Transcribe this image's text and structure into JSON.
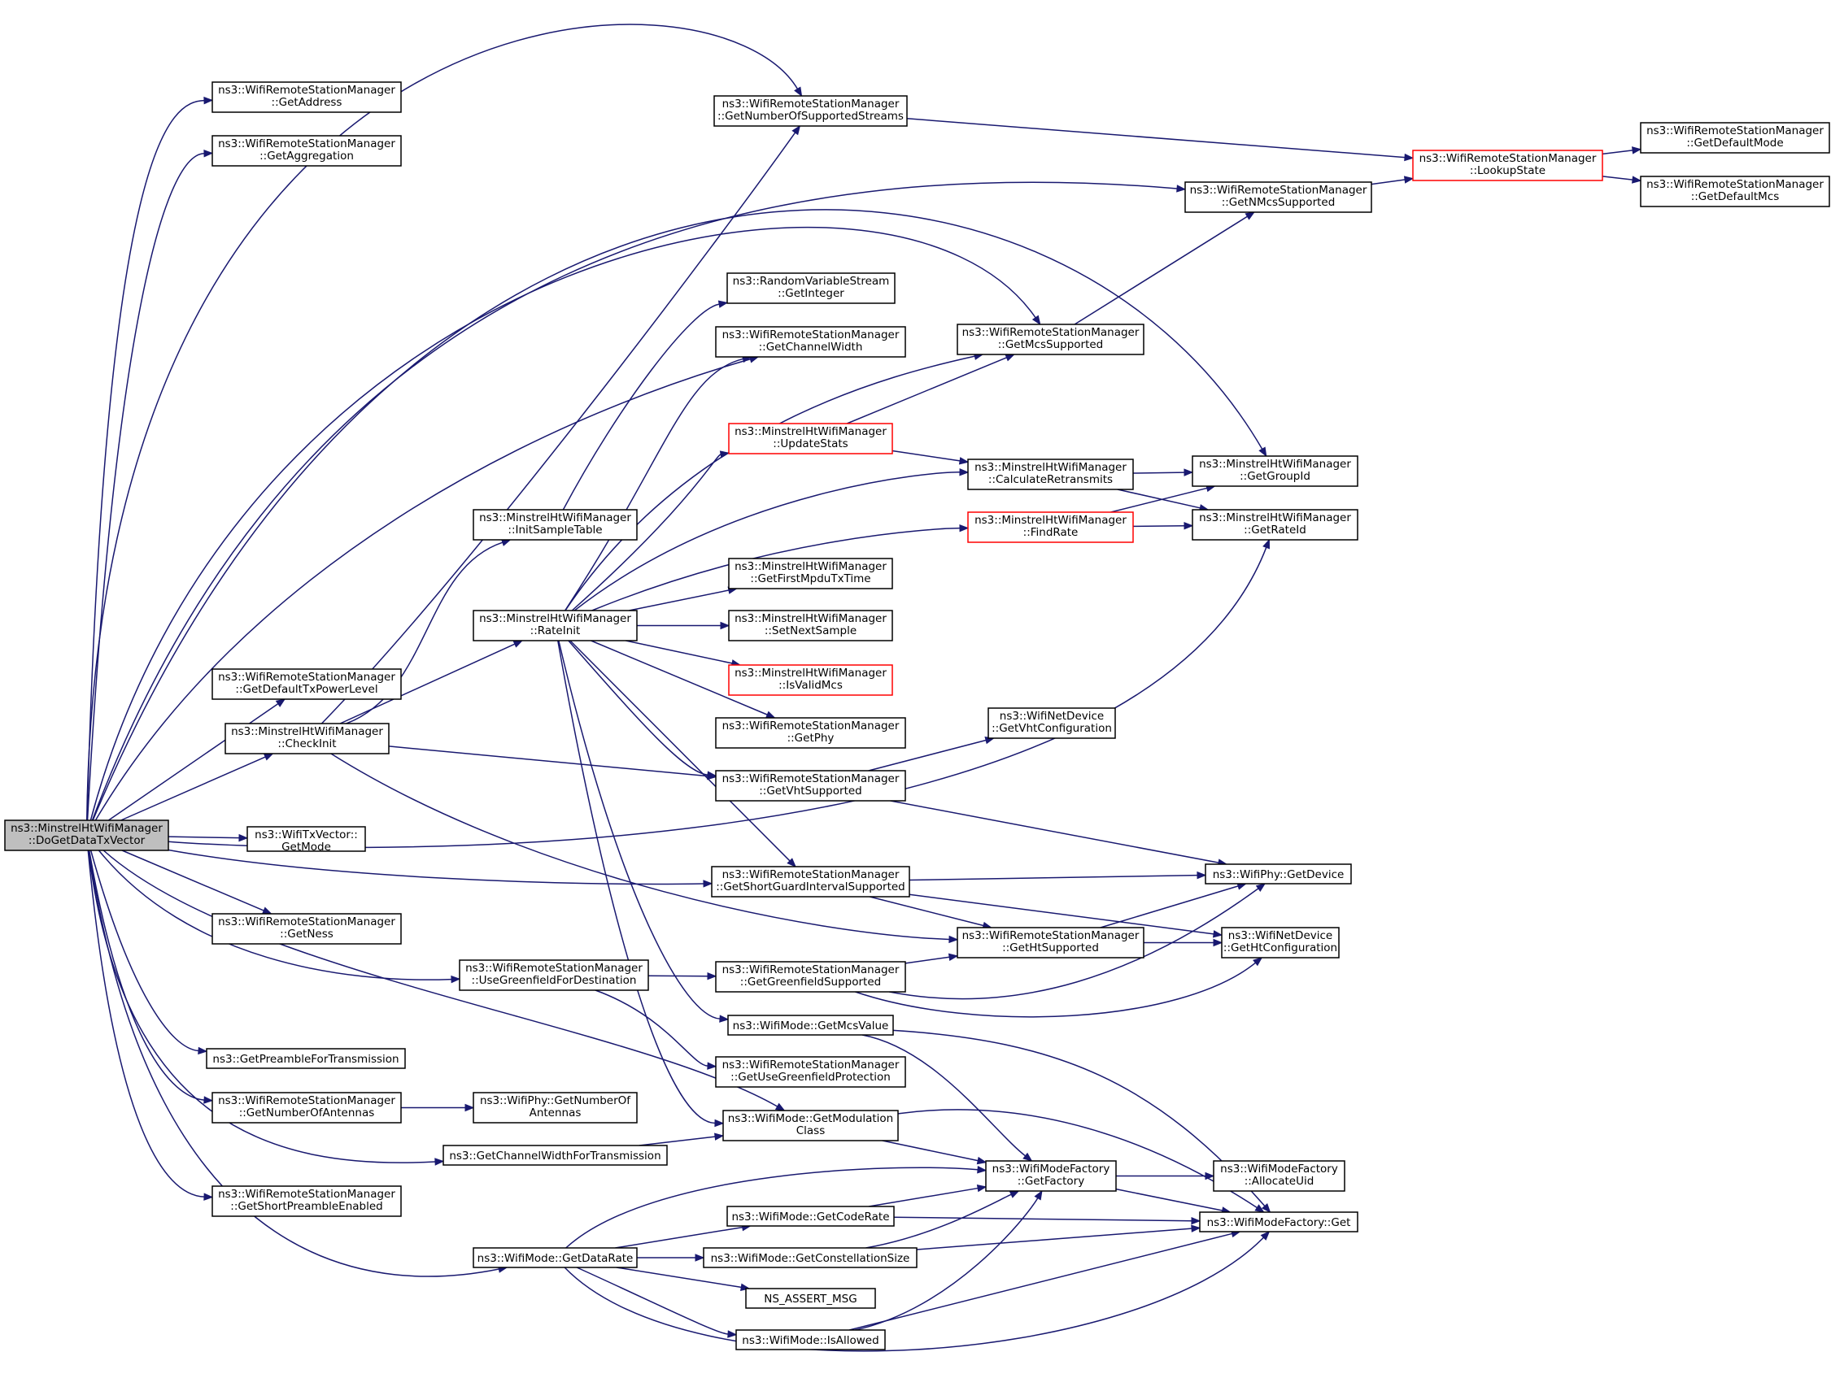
{
  "colors": {
    "edge": "#191970",
    "node_border": "#000000",
    "truncated_border": "#ff0000",
    "root_fill": "#bfbfbf",
    "node_fill": "#ffffff"
  },
  "nodes": {
    "root": {
      "l1": "ns3::MinstrelHtWifiManager",
      "l2": "::DoGetDataTxVector"
    },
    "getAddress": {
      "l1": "ns3::WifiRemoteStationManager",
      "l2": "::GetAddress"
    },
    "getAggregation": {
      "l1": "ns3::WifiRemoteStationManager",
      "l2": "::GetAggregation"
    },
    "getDefaultTxPowerLevel": {
      "l1": "ns3::WifiRemoteStationManager",
      "l2": "::GetDefaultTxPowerLevel"
    },
    "checkInit": {
      "l1": "ns3::MinstrelHtWifiManager",
      "l2": "::CheckInit"
    },
    "txVecGetMode": {
      "l1": "ns3::WifiTxVector::",
      "l2": "GetMode"
    },
    "getNess": {
      "l1": "ns3::WifiRemoteStationManager",
      "l2": "::GetNess"
    },
    "getPreamble": {
      "l1": "ns3::GetPreambleForTransmission"
    },
    "getNumberOfAntennas": {
      "l1": "ns3::WifiRemoteStationManager",
      "l2": "::GetNumberOfAntennas"
    },
    "getShortPreamble": {
      "l1": "ns3::WifiRemoteStationManager",
      "l2": "::GetShortPreambleEnabled"
    },
    "initSampleTable": {
      "l1": "ns3::MinstrelHtWifiManager",
      "l2": "::InitSampleTable"
    },
    "rateInit": {
      "l1": "ns3::MinstrelHtWifiManager",
      "l2": "::RateInit"
    },
    "useGreenfield": {
      "l1": "ns3::WifiRemoteStationManager",
      "l2": "::UseGreenfieldForDestination"
    },
    "phyGetNumAntennas": {
      "l1": "ns3::WifiPhy::GetNumberOf",
      "l2": "Antennas"
    },
    "getChannelWidthTx": {
      "l1": "ns3::GetChannelWidthForTransmission"
    },
    "getDataRate": {
      "l1": "ns3::WifiMode::GetDataRate"
    },
    "getNumStreams": {
      "l1": "ns3::WifiRemoteStationManager",
      "l2": "::GetNumberOfSupportedStreams"
    },
    "rvsGetInteger": {
      "l1": "ns3::RandomVariableStream",
      "l2": "::GetInteger"
    },
    "getChannelWidth": {
      "l1": "ns3::WifiRemoteStationManager",
      "l2": "::GetChannelWidth"
    },
    "updateStats": {
      "l1": "ns3::MinstrelHtWifiManager",
      "l2": "::UpdateStats"
    },
    "getFirstMpdu": {
      "l1": "ns3::MinstrelHtWifiManager",
      "l2": "::GetFirstMpduTxTime"
    },
    "setNextSample": {
      "l1": "ns3::MinstrelHtWifiManager",
      "l2": "::SetNextSample"
    },
    "isValidMcs": {
      "l1": "ns3::MinstrelHtWifiManager",
      "l2": "::IsValidMcs"
    },
    "getPhy": {
      "l1": "ns3::WifiRemoteStationManager",
      "l2": "::GetPhy"
    },
    "getVhtSupported": {
      "l1": "ns3::WifiRemoteStationManager",
      "l2": "::GetVhtSupported"
    },
    "getShortGi": {
      "l1": "ns3::WifiRemoteStationManager",
      "l2": "::GetShortGuardIntervalSupported"
    },
    "getGreenfieldSupported": {
      "l1": "ns3::WifiRemoteStationManager",
      "l2": "::GetGreenfieldSupported"
    },
    "getMcsValue": {
      "l1": "ns3::WifiMode::GetMcsValue"
    },
    "getUseGreenfieldProt": {
      "l1": "ns3::WifiRemoteStationManager",
      "l2": "::GetUseGreenfieldProtection"
    },
    "getModClass": {
      "l1": "ns3::WifiMode::GetModulation",
      "l2": "Class"
    },
    "getCodeRate": {
      "l1": "ns3::WifiMode::GetCodeRate"
    },
    "getConstSize": {
      "l1": "ns3::WifiMode::GetConstellationSize"
    },
    "nsAssert": {
      "l1": "NS_ASSERT_MSG"
    },
    "isAllowed": {
      "l1": "ns3::WifiMode::IsAllowed"
    },
    "getMcsSupported": {
      "l1": "ns3::WifiRemoteStationManager",
      "l2": "::GetMcsSupported"
    },
    "calcRetransmits": {
      "l1": "ns3::MinstrelHtWifiManager",
      "l2": "::CalculateRetransmits"
    },
    "findRate": {
      "l1": "ns3::MinstrelHtWifiManager",
      "l2": "::FindRate"
    },
    "netDevGetVht": {
      "l1": "ns3::WifiNetDevice",
      "l2": "::GetVhtConfiguration"
    },
    "getHtSupported": {
      "l1": "ns3::WifiRemoteStationManager",
      "l2": "::GetHtSupported"
    },
    "factoryGetFactory": {
      "l1": "ns3::WifiModeFactory",
      "l2": "::GetFactory"
    },
    "getNMcs": {
      "l1": "ns3::WifiRemoteStationManager",
      "l2": "::GetNMcsSupported"
    },
    "getGroupId": {
      "l1": "ns3::MinstrelHtWifiManager",
      "l2": "::GetGroupId"
    },
    "getRateId": {
      "l1": "ns3::MinstrelHtWifiManager",
      "l2": "::GetRateId"
    },
    "phyGetDevice": {
      "l1": "ns3::WifiPhy::GetDevice"
    },
    "netDevGetHt": {
      "l1": "ns3::WifiNetDevice",
      "l2": "::GetHtConfiguration"
    },
    "allocateUid": {
      "l1": "ns3::WifiModeFactory",
      "l2": "::AllocateUid"
    },
    "factoryGet": {
      "l1": "ns3::WifiModeFactory::Get"
    },
    "lookupState": {
      "l1": "ns3::WifiRemoteStationManager",
      "l2": "::LookupState"
    },
    "getDefaultMode": {
      "l1": "ns3::WifiRemoteStationManager",
      "l2": "::GetDefaultMode"
    },
    "getDefaultMcs": {
      "l1": "ns3::WifiRemoteStationManager",
      "l2": "::GetDefaultMcs"
    }
  }
}
